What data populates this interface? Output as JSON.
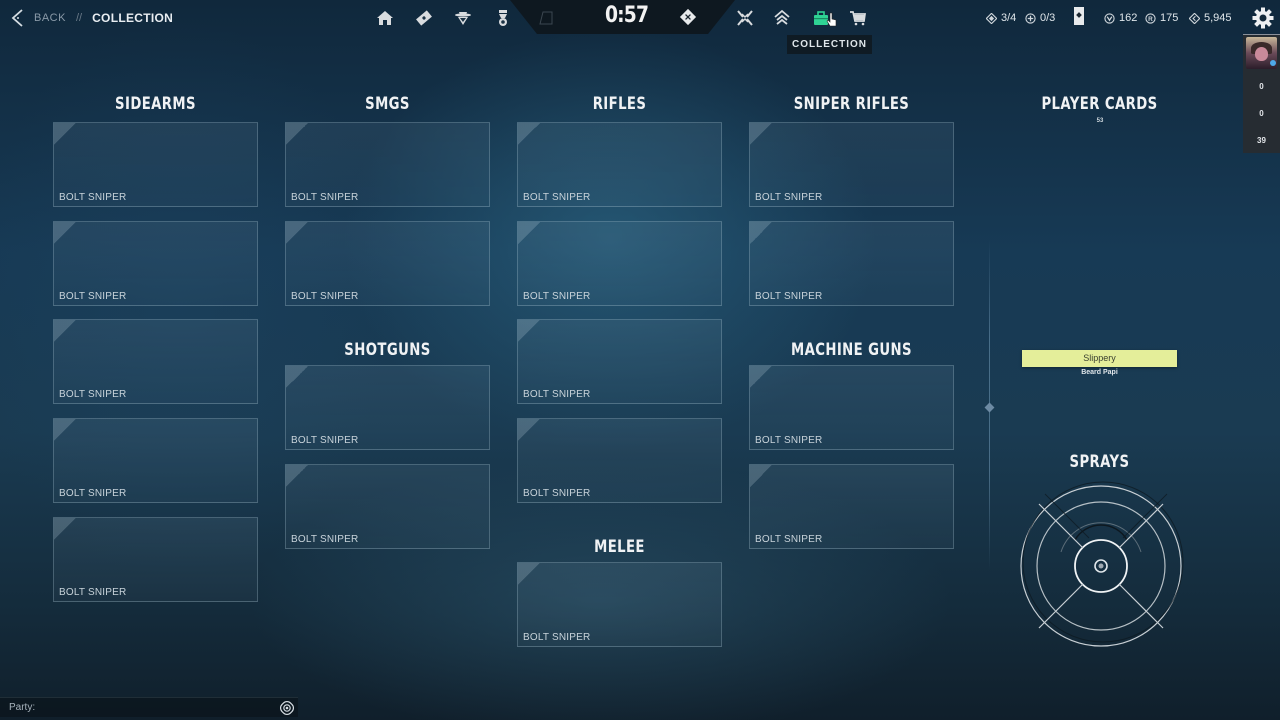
{
  "header": {
    "back_label": "BACK",
    "separator": "//",
    "current_page": "COLLECTION",
    "timer": "0:57",
    "tooltip": "COLLECTION",
    "nav_icons": [
      "home-icon",
      "battlepass-icon",
      "agents-icon",
      "career-icon",
      "play-icon",
      "premier-icon",
      "rank-icon",
      "collection-icon",
      "store-icon"
    ],
    "active_nav": "collection-icon",
    "accent_color": "#2fd394"
  },
  "stats": {
    "agent_contracts": "3/4",
    "daily_ticket": "0/3",
    "valorant_points": "162",
    "radianite_points": "175",
    "kingdom_credits": "5,945"
  },
  "rail": {
    "counts": [
      "0",
      "0",
      "39"
    ]
  },
  "columns": [
    {
      "title": "SIDEARMS",
      "slots": [
        "BOLT SNIPER",
        "BOLT SNIPER",
        "BOLT SNIPER",
        "BOLT SNIPER",
        "BOLT SNIPER"
      ]
    },
    {
      "title": "SMGS",
      "slots": [
        "BOLT SNIPER",
        "BOLT SNIPER"
      ]
    },
    {
      "title": "SHOTGUNS",
      "slots": [
        "BOLT SNIPER",
        "BOLT SNIPER"
      ]
    },
    {
      "title": "RIFLES",
      "slots": [
        "BOLT SNIPER",
        "BOLT SNIPER",
        "BOLT SNIPER",
        "BOLT SNIPER"
      ]
    },
    {
      "title": "MELEE",
      "slots": [
        "BOLT SNIPER"
      ]
    },
    {
      "title": "SNIPER RIFLES",
      "slots": [
        "BOLT SNIPER",
        "BOLT SNIPER"
      ]
    },
    {
      "title": "MACHINE GUNS",
      "slots": [
        "BOLT SNIPER",
        "BOLT SNIPER"
      ]
    }
  ],
  "player_cards": {
    "title": "PLAYER CARDS",
    "level": "53",
    "player_title": "Slippery",
    "player_name": "Beard Papi",
    "title_color": "#e4ee9a"
  },
  "sprays": {
    "title": "SPRAYS"
  },
  "party": {
    "label": "Party:"
  }
}
